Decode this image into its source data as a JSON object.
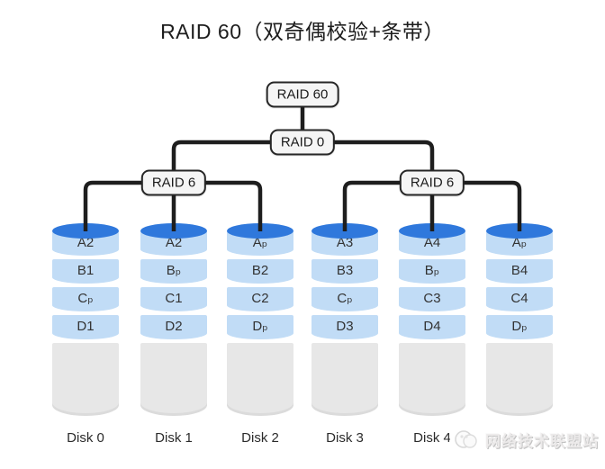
{
  "title": "RAID 60（双奇偶校验+条带）",
  "tree": {
    "root": "RAID 60",
    "stripe": "RAID 0",
    "group_left": "RAID 6",
    "group_right": "RAID 6"
  },
  "disks": [
    {
      "label": "Disk 0",
      "blocks": [
        "A2",
        "B1",
        "Cₚ",
        "D1"
      ]
    },
    {
      "label": "Disk 1",
      "blocks": [
        "A2",
        "Bₚ",
        "C1",
        "D2"
      ]
    },
    {
      "label": "Disk 2",
      "blocks": [
        "Aₚ",
        "B2",
        "C2",
        "Dₚ"
      ]
    },
    {
      "label": "Disk 3",
      "blocks": [
        "A3",
        "B3",
        "Cₚ",
        "D3"
      ]
    },
    {
      "label": "Disk 4",
      "blocks": [
        "A4",
        "Bₚ",
        "C3",
        "D4"
      ]
    },
    {
      "label": "",
      "blocks": [
        "Aₚ",
        "B4",
        "C4",
        "Dₚ"
      ]
    }
  ],
  "watermark": {
    "text": "网络技术联盟站"
  },
  "colors": {
    "platter_blue": "#2f78dc",
    "band_blue": "#c1dcf6",
    "base_gray": "#e7e7e7",
    "wire_dark": "#1e1e1e",
    "node_fill": "#f5f5f5",
    "node_border": "#262626"
  }
}
